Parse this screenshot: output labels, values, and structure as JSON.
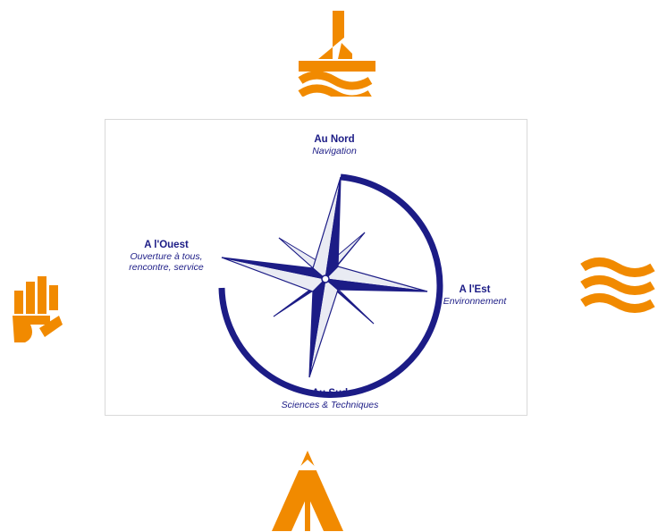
{
  "colors": {
    "orange": "#f18a00",
    "navy": "#1c1c86",
    "light": "#e9ebf3"
  },
  "icons": {
    "north": "sailboat-icon",
    "west": "hand-icon",
    "east": "waves-icon",
    "south": "tent-icon"
  },
  "compass": {
    "north": {
      "heading": "Au Nord",
      "sub": "Navigation"
    },
    "east": {
      "heading": "A l'Est",
      "sub": "Environnement"
    },
    "south": {
      "heading": "Au Sud",
      "sub": "Sciences & Techniques"
    },
    "west": {
      "heading": "A l'Ouest",
      "sub1": "Ouverture à tous,",
      "sub2": "rencontre, service"
    }
  }
}
